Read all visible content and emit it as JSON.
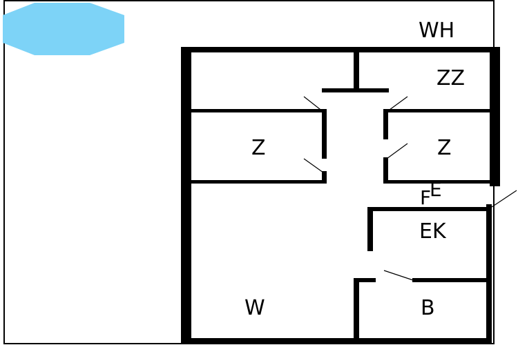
{
  "plan": {
    "colors": {
      "background": "#ffffff",
      "wall": "#000000",
      "pool": "#7dd3f7"
    },
    "icons": {
      "pool": "octagon-pool-icon"
    },
    "labels": {
      "wh": "WH",
      "zz": "ZZ",
      "z_left": "Z",
      "z_right": "Z",
      "f": "F",
      "e": "E",
      "ek": "EK",
      "w": "W",
      "b": "B"
    }
  }
}
